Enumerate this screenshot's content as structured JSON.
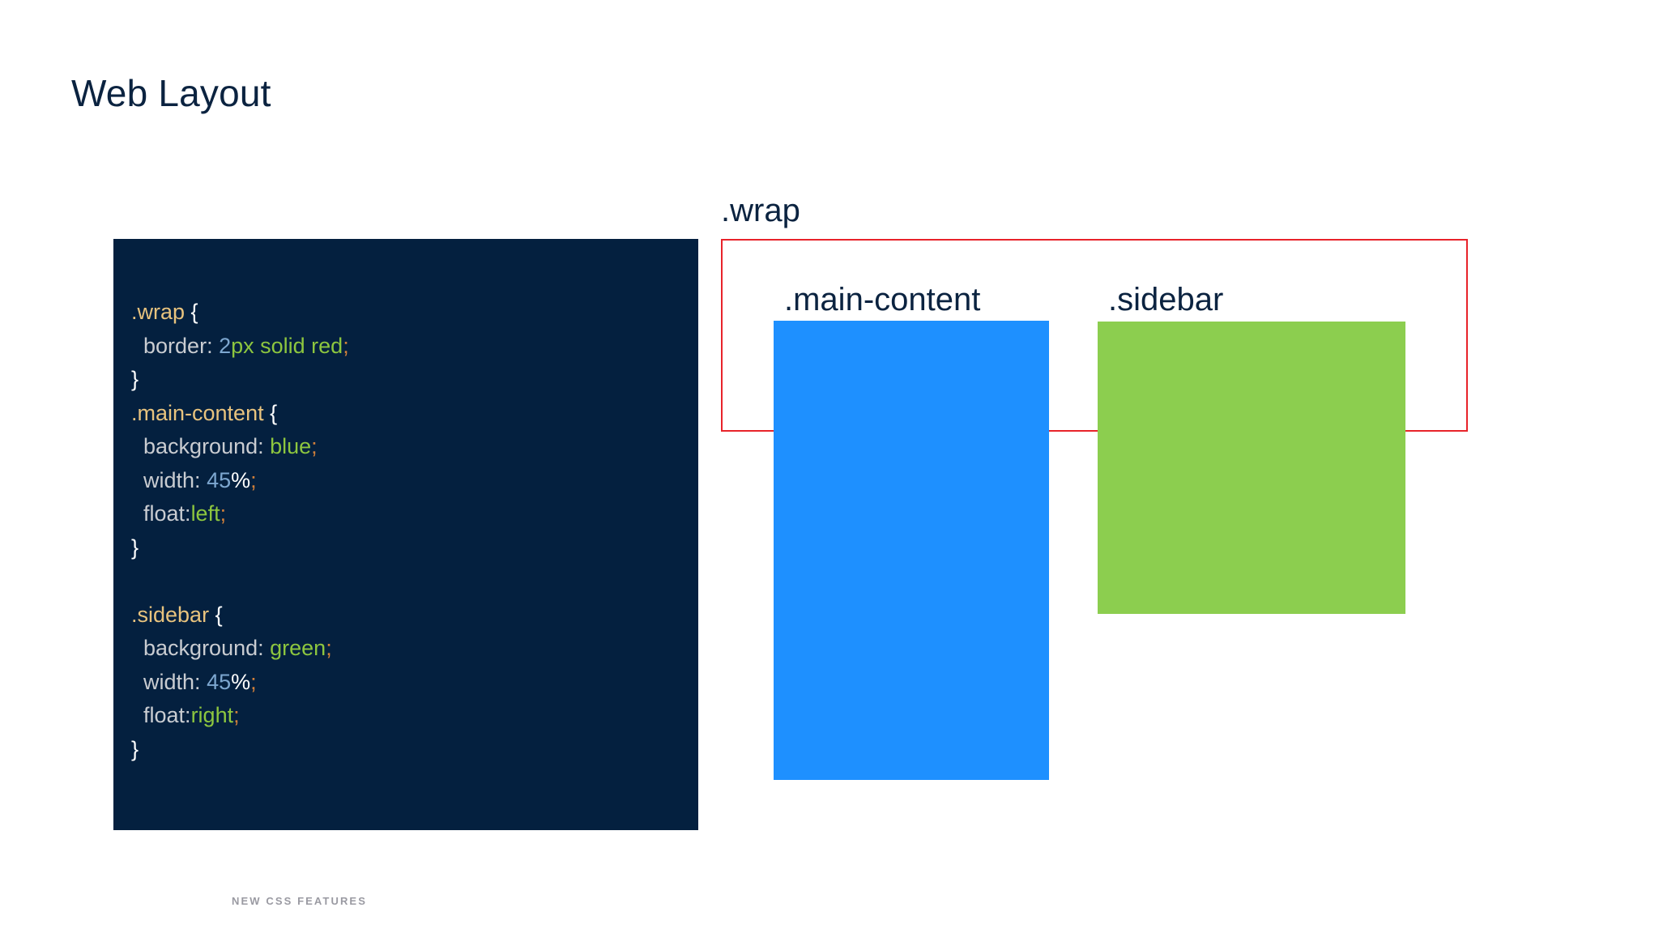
{
  "slide": {
    "title": "Web Layout",
    "footer": "NEW CSS FEATURES"
  },
  "colors": {
    "code_panel_bg": "#04203f",
    "title_text": "#0b2340",
    "wrap_border": "#e8232a",
    "main_content_box": "#1e90ff",
    "sidebar_box": "#8cce4f",
    "footer_text": "#9a9aa2",
    "token_selector": "#e8c37e",
    "token_property": "#c9ccd1",
    "token_number": "#7da7d0",
    "token_value": "#8dc63f",
    "token_semicolon": "#d2803a",
    "token_brace": "#ffffff"
  },
  "code": {
    "lines": [
      {
        "selector": ".wrap",
        "brace": " {"
      },
      {
        "indent": "  ",
        "prop": "border: ",
        "num": "2",
        "val": "px solid red",
        "semi": ";"
      },
      {
        "brace": "}"
      },
      {
        "selector": ".main-content",
        "brace": " {"
      },
      {
        "indent": "  ",
        "prop": "background: ",
        "val": "blue",
        "semi": ";"
      },
      {
        "indent": "  ",
        "prop": "width: ",
        "num": "45",
        "unit": "%",
        "semi": ";"
      },
      {
        "indent": "  ",
        "prop": "float:",
        "val": "left",
        "semi": ";"
      },
      {
        "brace": "}"
      },
      {
        "blank": true
      },
      {
        "selector": ".sidebar",
        "brace": " {"
      },
      {
        "indent": "  ",
        "prop": "background: ",
        "val": "green",
        "semi": ";"
      },
      {
        "indent": "  ",
        "prop": "width: ",
        "num": "45",
        "unit": "%",
        "semi": ";"
      },
      {
        "indent": "  ",
        "prop": "float:",
        "val": "right",
        "semi": ";"
      },
      {
        "brace": "}"
      }
    ]
  },
  "diagram": {
    "wrap_label": ".wrap",
    "main_content_label": ".main-content",
    "sidebar_label": ".sidebar"
  }
}
